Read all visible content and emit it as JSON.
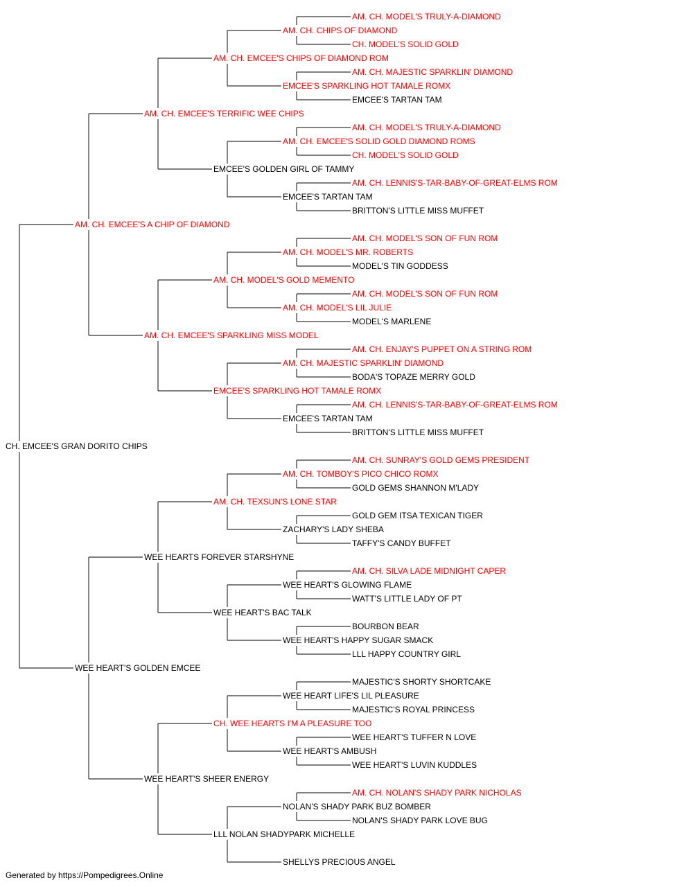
{
  "colors": {
    "champion": "#ff0000",
    "normal": "#000000",
    "lines": "#333333"
  },
  "subject": {
    "name": "CH. EMCEE'S GRAN DORITO CHIPS",
    "champion": false
  },
  "generations": [
    [
      {
        "name": "AM. CH. EMCEE'S A CHIP OF DIAMOND",
        "champion": true
      },
      {
        "name": "WEE HEART'S GOLDEN EMCEE",
        "champion": false
      }
    ],
    [
      {
        "name": "AM. CH. EMCEE'S TERRIFIC WEE CHIPS",
        "champion": true
      },
      {
        "name": "AM. CH. EMCEE'S SPARKLING MISS MODEL",
        "champion": true
      },
      {
        "name": "WEE HEARTS FOREVER STARSHYNE",
        "champion": false
      },
      {
        "name": "WEE HEART'S SHEER ENERGY",
        "champion": false
      }
    ],
    [
      {
        "name": "AM. CH. EMCEE'S CHIPS OF DIAMOND ROM",
        "champion": true
      },
      {
        "name": "EMCEE'S GOLDEN GIRL OF TAMMY",
        "champion": false
      },
      {
        "name": "AM. CH. MODEL'S GOLD MEMENTO",
        "champion": true
      },
      {
        "name": "EMCEE'S SPARKLING HOT TAMALE ROMX",
        "champion": true
      },
      {
        "name": "AM. CH. TEXSUN'S LONE STAR",
        "champion": true
      },
      {
        "name": "WEE HEART'S BAC TALK",
        "champion": false
      },
      {
        "name": "CH. WEE HEARTS I'M A PLEASURE TOO",
        "champion": true
      },
      {
        "name": "LLL NOLAN SHADYPARK MICHELLE",
        "champion": false
      }
    ],
    [
      {
        "name": "AM. CH. CHIPS OF DIAMOND",
        "champion": true
      },
      {
        "name": "EMCEE'S SPARKLING HOT TAMALE ROMX",
        "champion": true
      },
      {
        "name": "AM. CH. EMCEE'S SOLID GOLD DIAMOND ROMS",
        "champion": true
      },
      {
        "name": "EMCEE'S TARTAN TAM",
        "champion": false
      },
      {
        "name": "AM. CH. MODEL'S MR. ROBERTS",
        "champion": true
      },
      {
        "name": "AM. CH. MODEL'S LIL JULIE",
        "champion": true
      },
      {
        "name": "AM. CH. MAJESTIC SPARKLIN' DIAMOND",
        "champion": true
      },
      {
        "name": "EMCEE'S TARTAN TAM",
        "champion": false
      },
      {
        "name": "AM. CH. TOMBOY'S PICO CHICO ROMX",
        "champion": true
      },
      {
        "name": "ZACHARY'S LADY SHEBA",
        "champion": false
      },
      {
        "name": "WEE HEART'S GLOWING FLAME",
        "champion": false
      },
      {
        "name": "WEE HEART'S HAPPY SUGAR SMACK",
        "champion": false
      },
      {
        "name": "WEE HEART LIFE'S LIL PLEASURE",
        "champion": false
      },
      {
        "name": "WEE HEART'S AMBUSH",
        "champion": false
      },
      {
        "name": "NOLAN'S SHADY PARK BUZ BOMBER",
        "champion": false
      },
      {
        "name": "SHELLYS PRECIOUS ANGEL",
        "champion": false
      }
    ],
    [
      {
        "name": "AM. CH. MODEL'S TRULY-A-DIAMOND",
        "champion": true
      },
      {
        "name": "CH. MODEL'S SOLID GOLD",
        "champion": true
      },
      {
        "name": "AM. CH. MAJESTIC SPARKLIN' DIAMOND",
        "champion": true
      },
      {
        "name": "EMCEE'S TARTAN TAM",
        "champion": false
      },
      {
        "name": "AM. CH. MODEL'S TRULY-A-DIAMOND",
        "champion": true
      },
      {
        "name": "CH. MODEL'S SOLID GOLD",
        "champion": true
      },
      {
        "name": "AM. CH. LENNIS'S-TAR-BABY-OF-GREAT-ELMS ROM",
        "champion": true
      },
      {
        "name": "BRITTON'S LITTLE MISS MUFFET",
        "champion": false
      },
      {
        "name": "AM. CH. MODEL'S SON OF FUN ROM",
        "champion": true
      },
      {
        "name": "MODEL'S TIN GODDESS",
        "champion": false
      },
      {
        "name": "AM. CH. MODEL'S SON OF FUN ROM",
        "champion": true
      },
      {
        "name": "MODEL'S MARLENE",
        "champion": false
      },
      {
        "name": "AM. CH. ENJAY'S PUPPET ON A STRING ROM",
        "champion": true
      },
      {
        "name": "BODA'S TOPAZE MERRY GOLD",
        "champion": false
      },
      {
        "name": "AM. CH. LENNIS'S-TAR-BABY-OF-GREAT-ELMS ROM",
        "champion": true
      },
      {
        "name": "BRITTON'S LITTLE MISS MUFFET",
        "champion": false
      },
      {
        "name": "AM. CH. SUNRAY'S GOLD GEMS PRESIDENT",
        "champion": true
      },
      {
        "name": "GOLD GEMS SHANNON M'LADY",
        "champion": false
      },
      {
        "name": "GOLD GEM ITSA TEXICAN TIGER",
        "champion": false
      },
      {
        "name": "TAFFY'S CANDY BUFFET",
        "champion": false
      },
      {
        "name": "AM. CH. SILVA LADE MIDNIGHT CAPER",
        "champion": true
      },
      {
        "name": "WATT'S LITTLE LADY OF PT",
        "champion": false
      },
      {
        "name": "BOURBON BEAR",
        "champion": false
      },
      {
        "name": "LLL HAPPY COUNTRY GIRL",
        "champion": false
      },
      {
        "name": "MAJESTIC'S SHORTY SHORTCAKE",
        "champion": false
      },
      {
        "name": "MAJESTIC'S ROYAL PRINCESS",
        "champion": false
      },
      {
        "name": "WEE HEART'S TUFFER N LOVE",
        "champion": false
      },
      {
        "name": "WEE HEART'S LUVIN KUDDLES",
        "champion": false
      },
      {
        "name": "AM. CH. NOLAN'S SHADY PARK NICHOLAS",
        "champion": true
      },
      {
        "name": "NOLAN'S SHADY PARK LOVE BUG",
        "champion": false
      },
      {
        "name": "",
        "champion": false
      },
      {
        "name": "",
        "champion": false
      }
    ]
  ],
  "footer": "Generated by https://Pompedigrees.Online"
}
